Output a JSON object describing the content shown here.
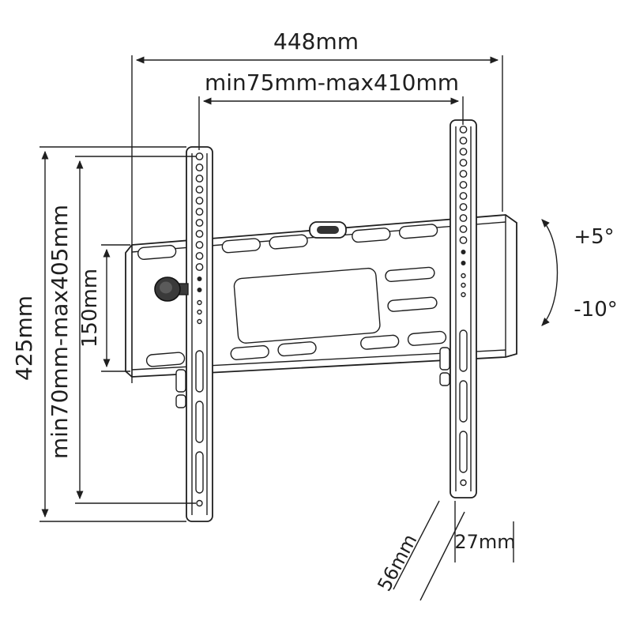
{
  "title": "Tilting TV wall mount bracket dimension diagram",
  "labels": {
    "width_total": "448mm",
    "width_pattern": "min75mm-max410mm",
    "height_total": "425mm",
    "height_pattern": "min70mm-max405mm",
    "plate_height": "150mm",
    "tilt_up": "+5°",
    "tilt_down": "-10°",
    "depth": "56mm",
    "profile_depth": "27mm"
  },
  "colors": {
    "line": "#1f1f1f",
    "background": "#ffffff",
    "knob": "#3a3a3a"
  }
}
